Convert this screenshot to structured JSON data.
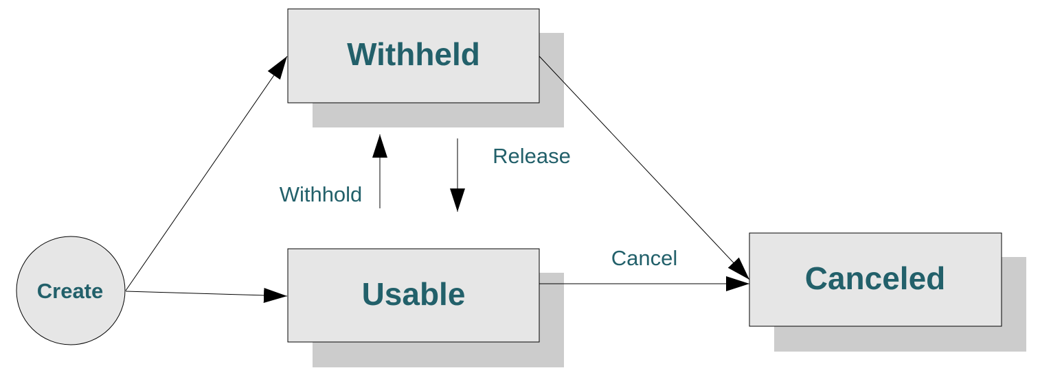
{
  "diagram": {
    "colors": {
      "box_fill": "#e6e6e6",
      "shadow_fill": "#cccccc",
      "stroke": "#000000",
      "text": "#22606a"
    },
    "nodes": {
      "create": "Create",
      "withheld": "Withheld",
      "usable": "Usable",
      "canceled": "Canceled"
    },
    "edges": {
      "withhold": "Withhold",
      "release": "Release",
      "cancel": "Cancel"
    }
  }
}
